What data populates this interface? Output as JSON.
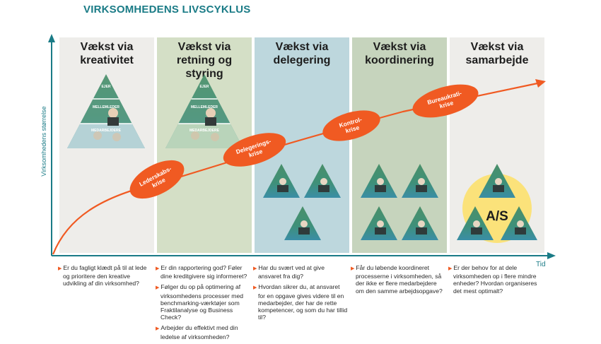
{
  "title": "VIRKSOMHEDENS LIVSCYKLUS",
  "axes": {
    "y_label": "Virksomhedens størrelse",
    "x_label": "Tid"
  },
  "phases": [
    {
      "line1": "Vækst via",
      "line2": "kreativitet",
      "color": "#eeedea"
    },
    {
      "line1": "Vækst via",
      "line2": "retning og styring",
      "color": "#d4dfc6"
    },
    {
      "line1": "Vækst via",
      "line2": "delegering",
      "color": "#bdd7dd"
    },
    {
      "line1": "Vækst via",
      "line2": "koordinering",
      "color": "#c6d4bd"
    },
    {
      "line1": "Vækst via",
      "line2": "samarbejde",
      "color": "#eeedea"
    }
  ],
  "crises": [
    {
      "line1": "Lederskabs-",
      "line2": "krise"
    },
    {
      "line1": "Delegerings-",
      "line2": "krise"
    },
    {
      "line1": "Kontrol-",
      "line2": "krise"
    },
    {
      "line1": "Bureaukrati-",
      "line2": "krise"
    }
  ],
  "pyramid_labels": {
    "top": "EJER",
    "middle": "MELLEMLEDER",
    "bottom": "MEDARBEJDERE"
  },
  "as_label": "A/S",
  "questions": [
    [
      "Er du fagligt klædt på til at lede og prioritere den kreative udvikling af din virksomhed?"
    ],
    [
      "Er din rapportering god? Føler dine kreditgivere sig informeret?",
      "Følger du op på optimering af virksomhedens processer med benchmarking-værktøjer som Fraktilanalyse og Business Check?",
      "Arbejder du effektivt med din ledelse af virksomheden?"
    ],
    [
      "Har du svært ved at give ansvaret fra dig?",
      "Hvordan sikrer du, at ansvaret for en opgave gives videre til en medarbejder, der har de rette kompetencer, og som du har tillid til?"
    ],
    [
      "Får du løbende koordineret processerne i virksomheden, så der ikke er flere medarbejdere om den samme arbejdsopgave?"
    ],
    [
      "Er der behov for at dele virksomheden op i flere mindre enheder? Hvordan organiseres det mest optimalt?"
    ]
  ],
  "colors": {
    "accent": "#f05a22",
    "axis": "#1a7b86",
    "pyramid_top": "#3f8f6d",
    "pyramid_bottom": "#3b8fa5",
    "as_circle": "#fbe27a"
  }
}
